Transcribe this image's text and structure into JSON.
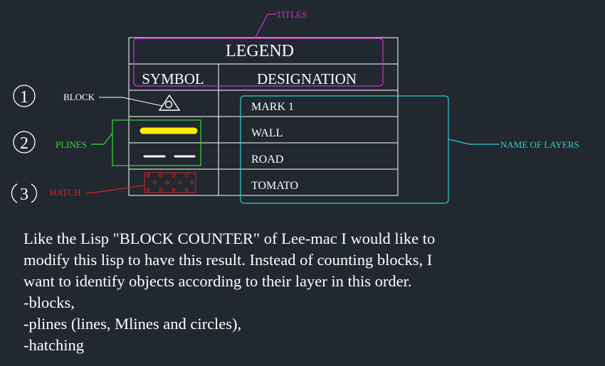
{
  "legend": {
    "title": "LEGEND",
    "header_symbol": "SYMBOL",
    "header_designation": "DESIGNATION",
    "rows": [
      "MARK 1",
      "WALL",
      "ROAD",
      "TOMATO"
    ]
  },
  "callouts": {
    "titles": "TITLES",
    "block": "BLOCK",
    "plines": "PLINES",
    "hatch": "HATCH",
    "name_of_layers": "NAME OF LAYERS"
  },
  "numbers": [
    "1",
    "2",
    "3"
  ],
  "paragraph": [
    "Like the Lisp \"BLOCK COUNTER\" of Lee-mac I would like to",
    "modify this lisp to have this result. Instead of counting blocks, I",
    "want to identify objects according to their layer in this order.",
    "-blocks,",
    "-plines (lines, Mlines and circles),",
    "-hatching"
  ],
  "colors": {
    "background": "#212830",
    "table_lines": "#ffffff",
    "titles_magenta": "#cc33cc",
    "layers_cyan": "#33cccc",
    "plines_green": "#33dd33",
    "hatch_red": "#dd2222",
    "wall_yellow": "#ffee00"
  },
  "icons": [
    "triangle-circle-block-icon",
    "yellow-wall-line-icon",
    "dashed-road-line-icon",
    "hatch-rectangle-icon"
  ]
}
